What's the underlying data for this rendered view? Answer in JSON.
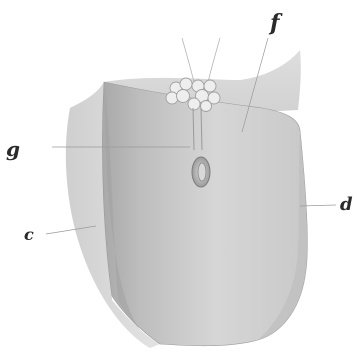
{
  "figure": {
    "labels": {
      "f": "f",
      "g": "g",
      "d": "d",
      "c": "c"
    }
  },
  "colors": {
    "background": "#ffffff",
    "body_light": "#d9d9d9",
    "body_mid": "#c4c4c4",
    "body_dark": "#a8a8a8",
    "outline": "#8f8f8f",
    "leader_line": "#9a9a9a",
    "label_ink": "#2a2a2a"
  }
}
